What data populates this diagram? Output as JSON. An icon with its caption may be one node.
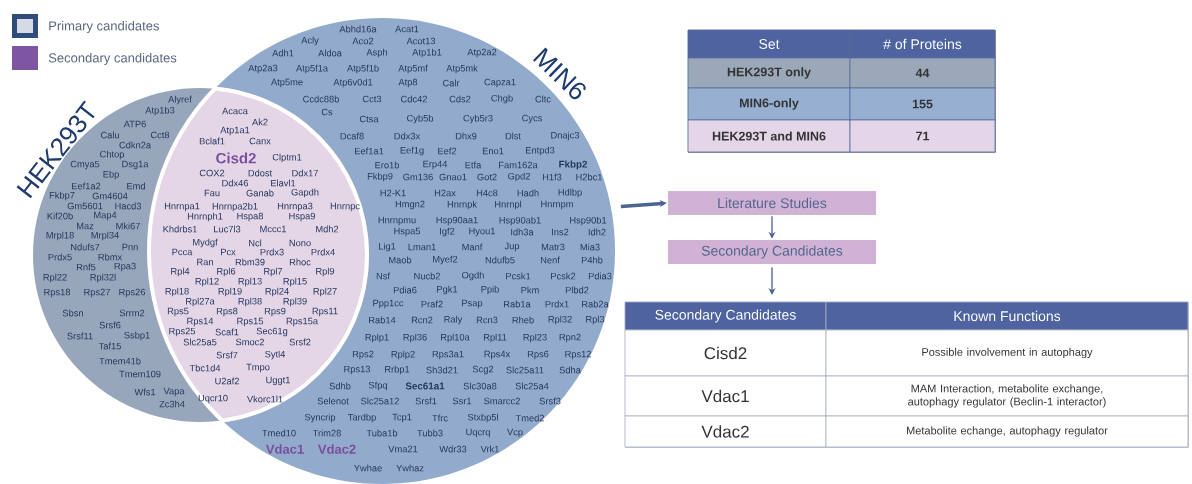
{
  "diagram": {
    "nodes": [
      {
        "text": [
          "HEK293T",
          "Alyref",
          "Atp1b3",
          "ATP6",
          "Calu",
          "Cct8",
          "Cdkn2a",
          "Chtop",
          "Cmya5",
          "Dsg1a",
          "Ebp",
          "Eef1a2",
          "Emd",
          "Fkbp7",
          "Gm4604",
          "Gm5601",
          "Hacd3",
          "Kif20b",
          "Map4",
          "Maz",
          "Mki67",
          "Mrpl18",
          "Mrpl34",
          "Ndufs7",
          "Pnn",
          "Prdx5",
          "Rbmx",
          "Rnf5",
          "Rpa3",
          "Rpl22",
          "Rpl32l",
          "Rps18",
          "Rps27",
          "Rps26",
          "Sbsn",
          "Srrm2",
          "Srsf6",
          "Srsf11",
          "Ssbp1",
          "Taf15",
          "Tmem41b",
          "Tmem109",
          "Wfs1",
          "Vapa",
          "Zc3h4"
        ]
      },
      {
        "text": [
          "MIN6",
          "Abhd16a",
          "Acat1",
          "Acly",
          "Aco2",
          "Acot13",
          "Adh1",
          "Aldoa",
          "Asph",
          "Atp1b1",
          "Atp2a2",
          "Atp2a3",
          "Atp5f1a",
          "Atp5f1b",
          "Atp5mf",
          "Atp5mk",
          "Atp5me",
          "Atp6v0d1",
          "Atp8",
          "Calr",
          "Capza1",
          "Ccdc88b",
          "Cct3",
          "Cdc42",
          "Cds2",
          "Chgb",
          "Cltc",
          "Cs",
          "Ctsa",
          "Cyb5b",
          "Cyb5r3",
          "Cycs",
          "Dcaf8",
          "Ddx3x",
          "Dhx9",
          "Dlst",
          "Dnajc3",
          "Eef1a1",
          "Eef1g",
          "Eef2",
          "Eno1",
          "Entpd3",
          "Ero1b",
          "Erp44",
          "Etfa",
          "Fam162a",
          "Fkbp2",
          "Fkbp9",
          "Gm136",
          "Gnao1",
          "Got2",
          "Gpd2",
          "H1f3",
          "H2bc1",
          "H2-K1",
          "H2ax",
          "H4c8",
          "Hadh",
          "Hdlbp",
          "Hmgn2",
          "Hnrnpk",
          "Hnrnpl",
          "Hnrnpm",
          "Hnrnpmu",
          "Hsp90aa1",
          "Hsp90ab1",
          "Hsp90b1",
          "Hspa5",
          "Igf2",
          "Hyou1",
          "Idh3a",
          "Ins2",
          "Idh2",
          "Lig1",
          "Lman1",
          "Manf",
          "Jup",
          "Matr3",
          "Mia3",
          "Maob",
          "Myef2",
          "Ndufb5",
          "Nenf",
          "P4hb",
          "Nsf",
          "Nucb2",
          "Ogdh",
          "Pcsk1",
          "Pcsk2",
          "Pdia3",
          "Pdia6",
          "Pgk1",
          "Ppib",
          "Pkm",
          "Plbd2",
          "Ppp1cc",
          "Praf2",
          "Psap",
          "Rab1a",
          "Prdx1",
          "Rab2a",
          "Rab14",
          "Rcn2",
          "Raly",
          "Rcn3",
          "Rheb",
          "Rpl32",
          "Rpl3",
          "Rplp1",
          "Rpl36",
          "Rpl10a",
          "Rpl11",
          "Rpl23",
          "Rpn2",
          "Rps2",
          "Rplp2",
          "Rps3a1",
          "Rps4x",
          "Rps6",
          "Rps12",
          "Rps13",
          "Rrbp1",
          "Sh3d21",
          "Scg2",
          "Slc25a11",
          "Sdha",
          "Sdhb",
          "Sfpq",
          "Sec61a1",
          "Slc30a8",
          "Slc25a4",
          "Selenot",
          "Slc25a12",
          "Srsf1",
          "Ssr1",
          "Smarcc2",
          "Srsf3",
          "Syncrip",
          "Tardbp",
          "Tcp1",
          "Tfrc",
          "Stxbp5l",
          "Tmed2",
          "Tmed10",
          "Trim28",
          "Tuba1b",
          "Tubb3",
          "Uqcrq",
          "Vcp",
          "Vdac1",
          "Vdac2",
          "Vma21",
          "Wdr33",
          "Vrk1",
          "Ywhae",
          "Ywhaz"
        ]
      },
      {
        "text": [
          "Acaca",
          "Ak2",
          "Atp1a1",
          "Bclaf1",
          "Canx",
          "Cisd2",
          "Clptm1",
          "COX2",
          "Ddost",
          "Ddx17",
          "Ddx46",
          "Elavl1",
          "Fau",
          "Ganab",
          "Gapdh",
          "Hnrnpa1",
          "Hnrnpa2b1",
          "Hnrnpa3",
          "Hnrnpc",
          "Hnrnph1",
          "Hspa8",
          "Hspa9",
          "Khdrbs1",
          "Luc7l3",
          "Mccc1",
          "Mdh2",
          "Mydgf",
          "Ncl",
          "Nono",
          "Pcca",
          "Pcx",
          "Prdx3",
          "Prdx4",
          "Ran",
          "Rbm39",
          "Rhoc",
          "Rpl4",
          "Rpl6",
          "Rpl7",
          "Rpl9",
          "Rpl12",
          "Rpl13",
          "Rpl15",
          "Rpl18",
          "Rpl19",
          "Rpl24",
          "Rpl27",
          "Rpl27a",
          "Rpl38",
          "Rpl39",
          "Rps5",
          "Rps8",
          "Rps9",
          "Rps11",
          "Rps14",
          "Rps15",
          "Rps15a",
          "Rps25",
          "Scaf1",
          "Sec61g",
          "Slc25a5",
          "Smoc2",
          "Srsf2",
          "Srsf7",
          "Sytl4",
          "Tbc1d4",
          "Tmpo",
          "U2af2",
          "Uggt1",
          "Uqcr10",
          "Vkorc1l1"
        ]
      },
      {
        "text": [
          "Set",
          "# of Proteins",
          "HEK293T only",
          "44",
          "MIN6-only",
          "155",
          "HEK293T and MIN6",
          "71"
        ]
      },
      {
        "text": [
          "Literature Studies"
        ]
      },
      {
        "text": [
          "Secondary Candidates"
        ]
      },
      {
        "text": [
          "Secondary Candidates",
          "Known Functions",
          "Cisd2",
          "Possible involvement in autophagy",
          "Vdac1",
          "MAM Interaction, metabolite exchange, autophagy regulator (Beclin-1 interactor)",
          "Vdac2",
          "Metabolite echange, autophagy regulator"
        ]
      }
    ],
    "edges": [
      {
        "from": 1,
        "to": 4,
        "arrow": "to",
        "style": "thick"
      },
      {
        "from": 4,
        "to": 5,
        "arrow": "to"
      },
      {
        "from": 5,
        "to": 6,
        "arrow": "to"
      }
    ],
    "legend": [
      {
        "text": "Primary candidates",
        "color": "#2f4c7c"
      },
      {
        "text": "Secondary candidates",
        "color": "#7e55a3"
      }
    ]
  }
}
